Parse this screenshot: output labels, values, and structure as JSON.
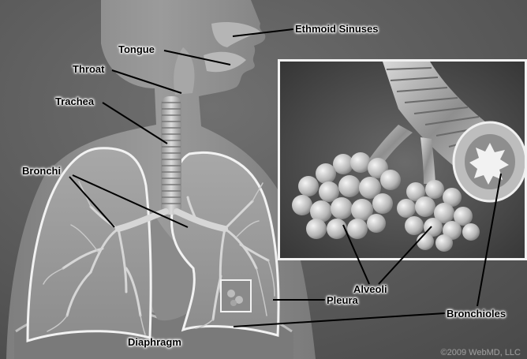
{
  "diagram": {
    "labels": {
      "ethmoid_sinuses": "Ethmoid Sinuses",
      "tongue": "Tongue",
      "throat": "Throat",
      "trachea": "Trachea",
      "bronchi": "Bronchi",
      "alveoli": "Alveoli",
      "pleura": "Pleura",
      "bronchioles": "Bronchioles",
      "diaphragm": "Diaphragm"
    },
    "watermark": "©2009 WebMD, LLC"
  },
  "colors": {
    "background": "#5e5e5e",
    "body": "#8a8a8a",
    "lung_fill": "#9a9a9a",
    "outline": "#f2f2f2",
    "leader_line": "#000000"
  }
}
